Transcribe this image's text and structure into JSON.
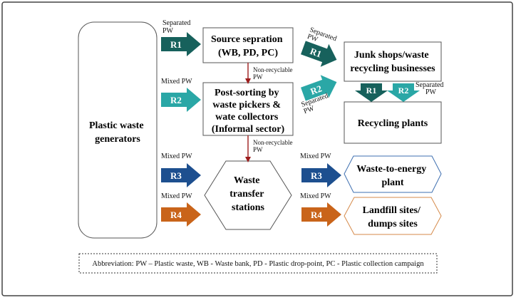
{
  "colors": {
    "r1": "#17615c",
    "r2": "#2aa7a6",
    "r3": "#1d4f8f",
    "r4": "#c9641a",
    "arrow_red": "#9d1c1c",
    "frame": "#444444",
    "hex_border": "#3e6fb0",
    "landfill_border": "#d58a4a"
  },
  "generators": {
    "line1": "Plastic waste",
    "line2": "generators"
  },
  "source_separation": {
    "line1": "Source sepration",
    "line2": "(WB, PD, PC)"
  },
  "post_sorting": {
    "line1": "Post-sorting by",
    "line2": "waste pickers &",
    "line3": "wate collectors",
    "line4": "(Informal sector)"
  },
  "junk_shops": {
    "line1": "Junk shops/waste",
    "line2": "recycling businesses"
  },
  "recycling_plants": {
    "label": "Recycling plants"
  },
  "transfer_stations": {
    "line1": "Waste",
    "line2": "transfer",
    "line3": "stations"
  },
  "wte_plant": {
    "line1": "Waste-to-energy",
    "line2": "plant"
  },
  "landfill": {
    "line1": "Landfill sites/",
    "line2": "dumps sites"
  },
  "route_labels": {
    "r1": "R1",
    "r2": "R2",
    "r3": "R3",
    "r4": "R4",
    "separated_line1": "Separated",
    "separated_line2": "PW",
    "mixed_pw": "Mixed PW",
    "nonrecyclable_line1": "Non-recyclable",
    "nonrecyclable_line2": "PW"
  },
  "abbreviation": "Abbreviation: PW – Plastic waste, WB - Waste bank, PD - Plastic drop-point, PC - Plastic collection campaign"
}
